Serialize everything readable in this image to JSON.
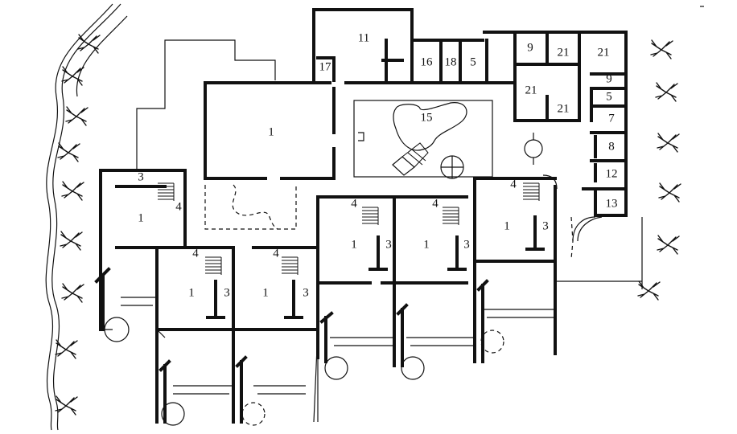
{
  "labels": {
    "l1a": "1",
    "l1b": "1",
    "l1c": "1",
    "l1d": "1",
    "l1e": "1",
    "l1f": "1",
    "l1g": "1",
    "l3a": "3",
    "l3b": "3",
    "l3c": "3",
    "l3d": "3",
    "l3e": "3",
    "l3f": "3",
    "l4a": "4",
    "l4b": "4",
    "l4c": "4",
    "l4d": "4",
    "l4e": "4",
    "l4f": "4",
    "l5a": "5",
    "l5b": "5",
    "l7": "7",
    "l8": "8",
    "l9a": "9",
    "l9b": "9",
    "l11": "11",
    "l12": "12",
    "l13": "13",
    "l15": "15",
    "l16": "16",
    "l17": "17",
    "l18": "18",
    "l21a": "21",
    "l21b": "21",
    "l21c": "21",
    "l21d": "21"
  }
}
